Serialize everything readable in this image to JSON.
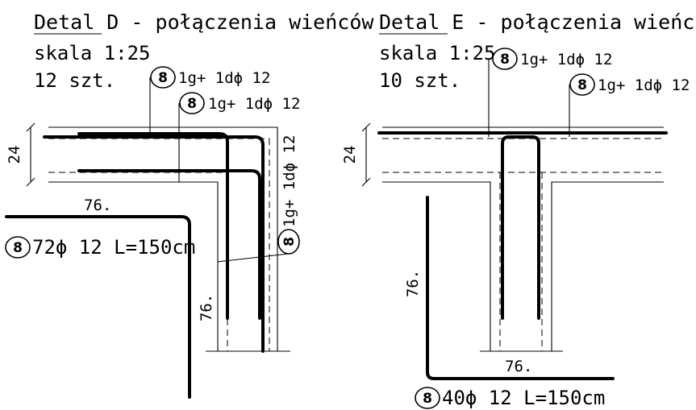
{
  "detail_d": {
    "title": "Detal D - połączenia wieńców",
    "title_underlined": "Detal D",
    "scale": "skala 1:25",
    "count": "12 szt.",
    "labels": [
      {
        "mark": "8",
        "text": "1g+ 1dϕ 12"
      },
      {
        "mark": "8",
        "text": "1g+ 1dϕ 12"
      },
      {
        "mark": "8",
        "text": "1g+ 1dϕ 12"
      }
    ],
    "dims": {
      "height": "24",
      "leg_top": "76.",
      "leg_side": "76."
    },
    "bar_spec": {
      "mark": "8",
      "text": "72ϕ 12  L=150cm"
    }
  },
  "detail_e": {
    "title": "Detal E - połączenia wieńców",
    "title_underlined": "Detal E",
    "scale": "skala 1:25",
    "count": "10 szt.",
    "labels": [
      {
        "mark": "8",
        "text": "1g+ 1dϕ 12"
      },
      {
        "mark": "8",
        "text": "1g+ 1dϕ 12"
      }
    ],
    "dims": {
      "height": "24",
      "leg_side": "76.",
      "leg_bottom": "76."
    },
    "bar_spec": {
      "mark": "8",
      "text": "40ϕ 12  L=150cm"
    }
  }
}
